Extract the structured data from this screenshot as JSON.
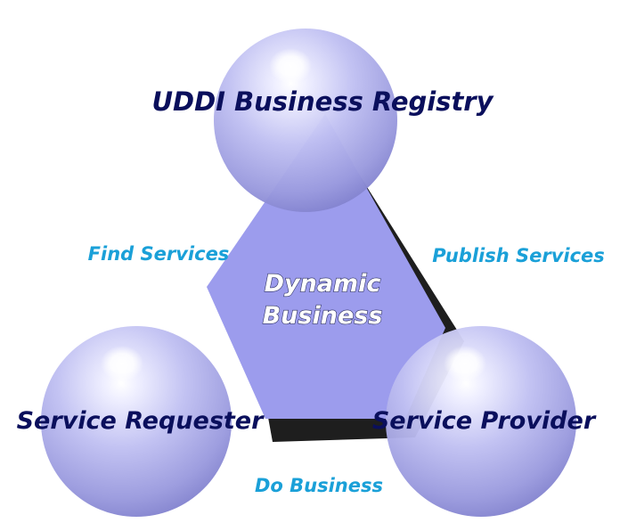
{
  "nodes": {
    "registry": "UDDI Business Registry",
    "requester": "Service Requester",
    "provider": "Service Provider"
  },
  "edges": {
    "find": "Find Services",
    "publish": "Publish Services",
    "do_business": "Do Business"
  },
  "center": {
    "line1": "Dynamic",
    "line2": "Business"
  },
  "colors": {
    "sphere_light": "#e8e8ff",
    "sphere_mid": "#b3b3f0",
    "sphere_dark": "#7d7dcb",
    "triangle_fill": "#9c9ced",
    "triangle_shadow": "#1e1e1e",
    "node_text": "#0a0f5c",
    "edge_text": "#1aa0d8"
  }
}
